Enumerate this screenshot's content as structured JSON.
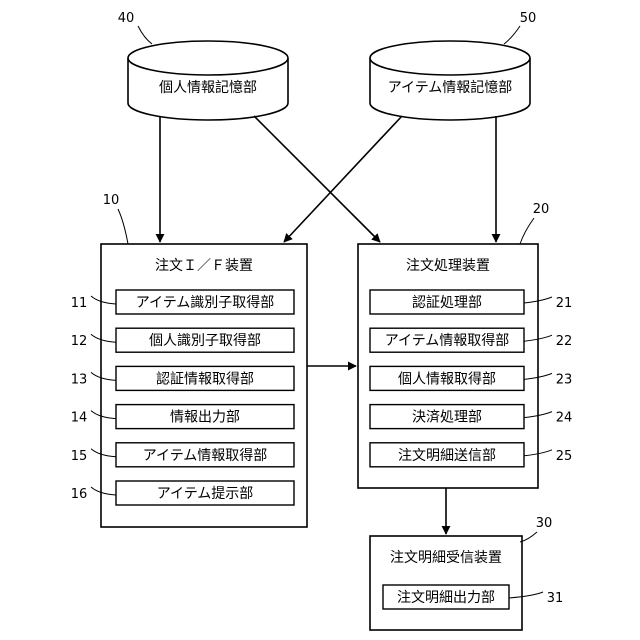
{
  "databases": {
    "personal": {
      "label": "個人情報記憶部",
      "ref": "40"
    },
    "item": {
      "label": "アイテム情報記憶部",
      "ref": "50"
    }
  },
  "order_if": {
    "title": "注文Ｉ／Ｆ装置",
    "ref": "10",
    "units": [
      {
        "label": "アイテム識別子取得部",
        "ref": "11"
      },
      {
        "label": "個人識別子取得部",
        "ref": "12"
      },
      {
        "label": "認証情報取得部",
        "ref": "13"
      },
      {
        "label": "情報出力部",
        "ref": "14"
      },
      {
        "label": "アイテム情報取得部",
        "ref": "15"
      },
      {
        "label": "アイテム提示部",
        "ref": "16"
      }
    ]
  },
  "order_processing": {
    "title": "注文処理装置",
    "ref": "20",
    "units": [
      {
        "label": "認証処理部",
        "ref": "21"
      },
      {
        "label": "アイテム情報取得部",
        "ref": "22"
      },
      {
        "label": "個人情報取得部",
        "ref": "23"
      },
      {
        "label": "決済処理部",
        "ref": "24"
      },
      {
        "label": "注文明細送信部",
        "ref": "25"
      }
    ]
  },
  "receiver": {
    "title": "注文明細受信装置",
    "ref": "30",
    "units": [
      {
        "label": "注文明細出力部",
        "ref": "31"
      }
    ]
  }
}
